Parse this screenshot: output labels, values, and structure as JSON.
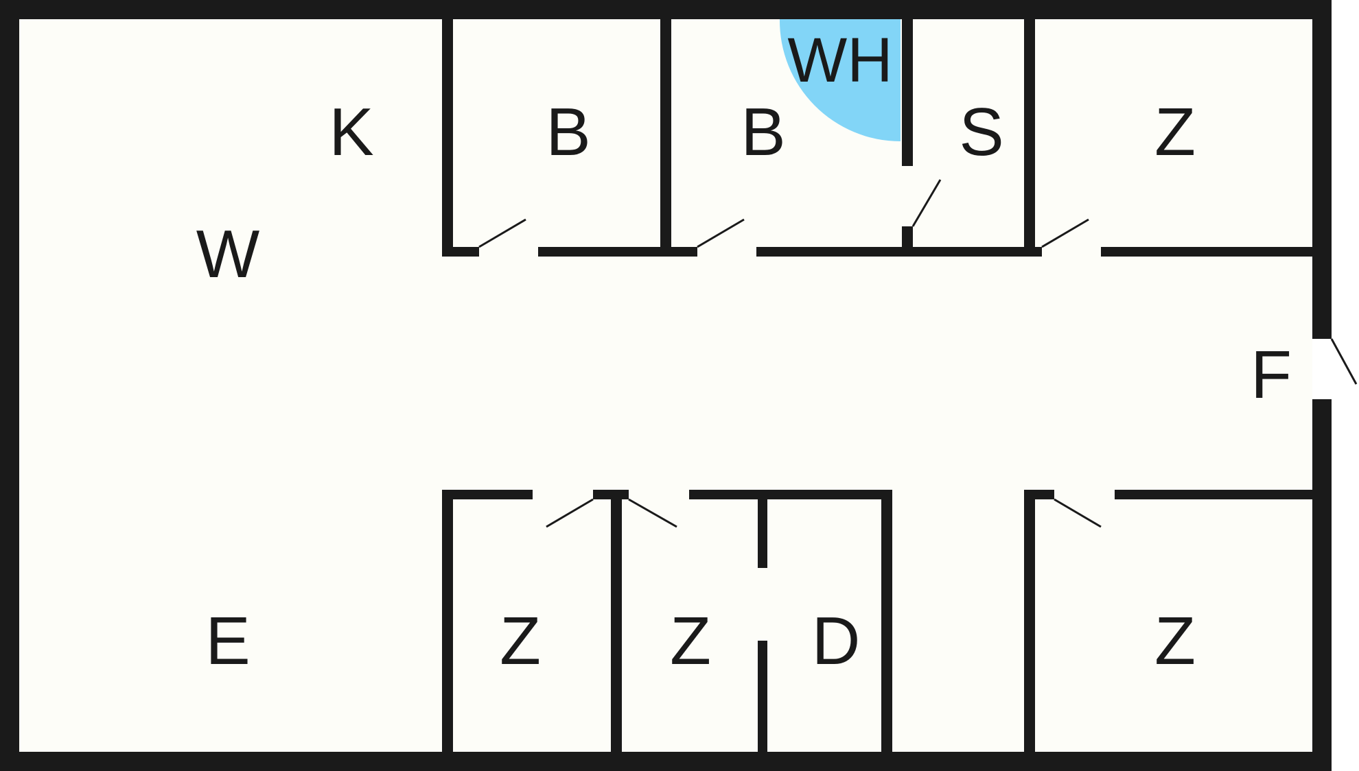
{
  "colors": {
    "floor": "#fdfdf8",
    "wall": "#1a1a1a",
    "water_heater": "#82d5f7",
    "background": "#ffffff"
  },
  "rooms": {
    "k": "K",
    "w": "W",
    "e": "E",
    "b1": "B",
    "b2": "B",
    "wh": "WH",
    "s": "S",
    "z_top_right": "Z",
    "f": "F",
    "z_bottom_1": "Z",
    "z_bottom_2": "Z",
    "d": "D",
    "z_bottom_right": "Z"
  }
}
